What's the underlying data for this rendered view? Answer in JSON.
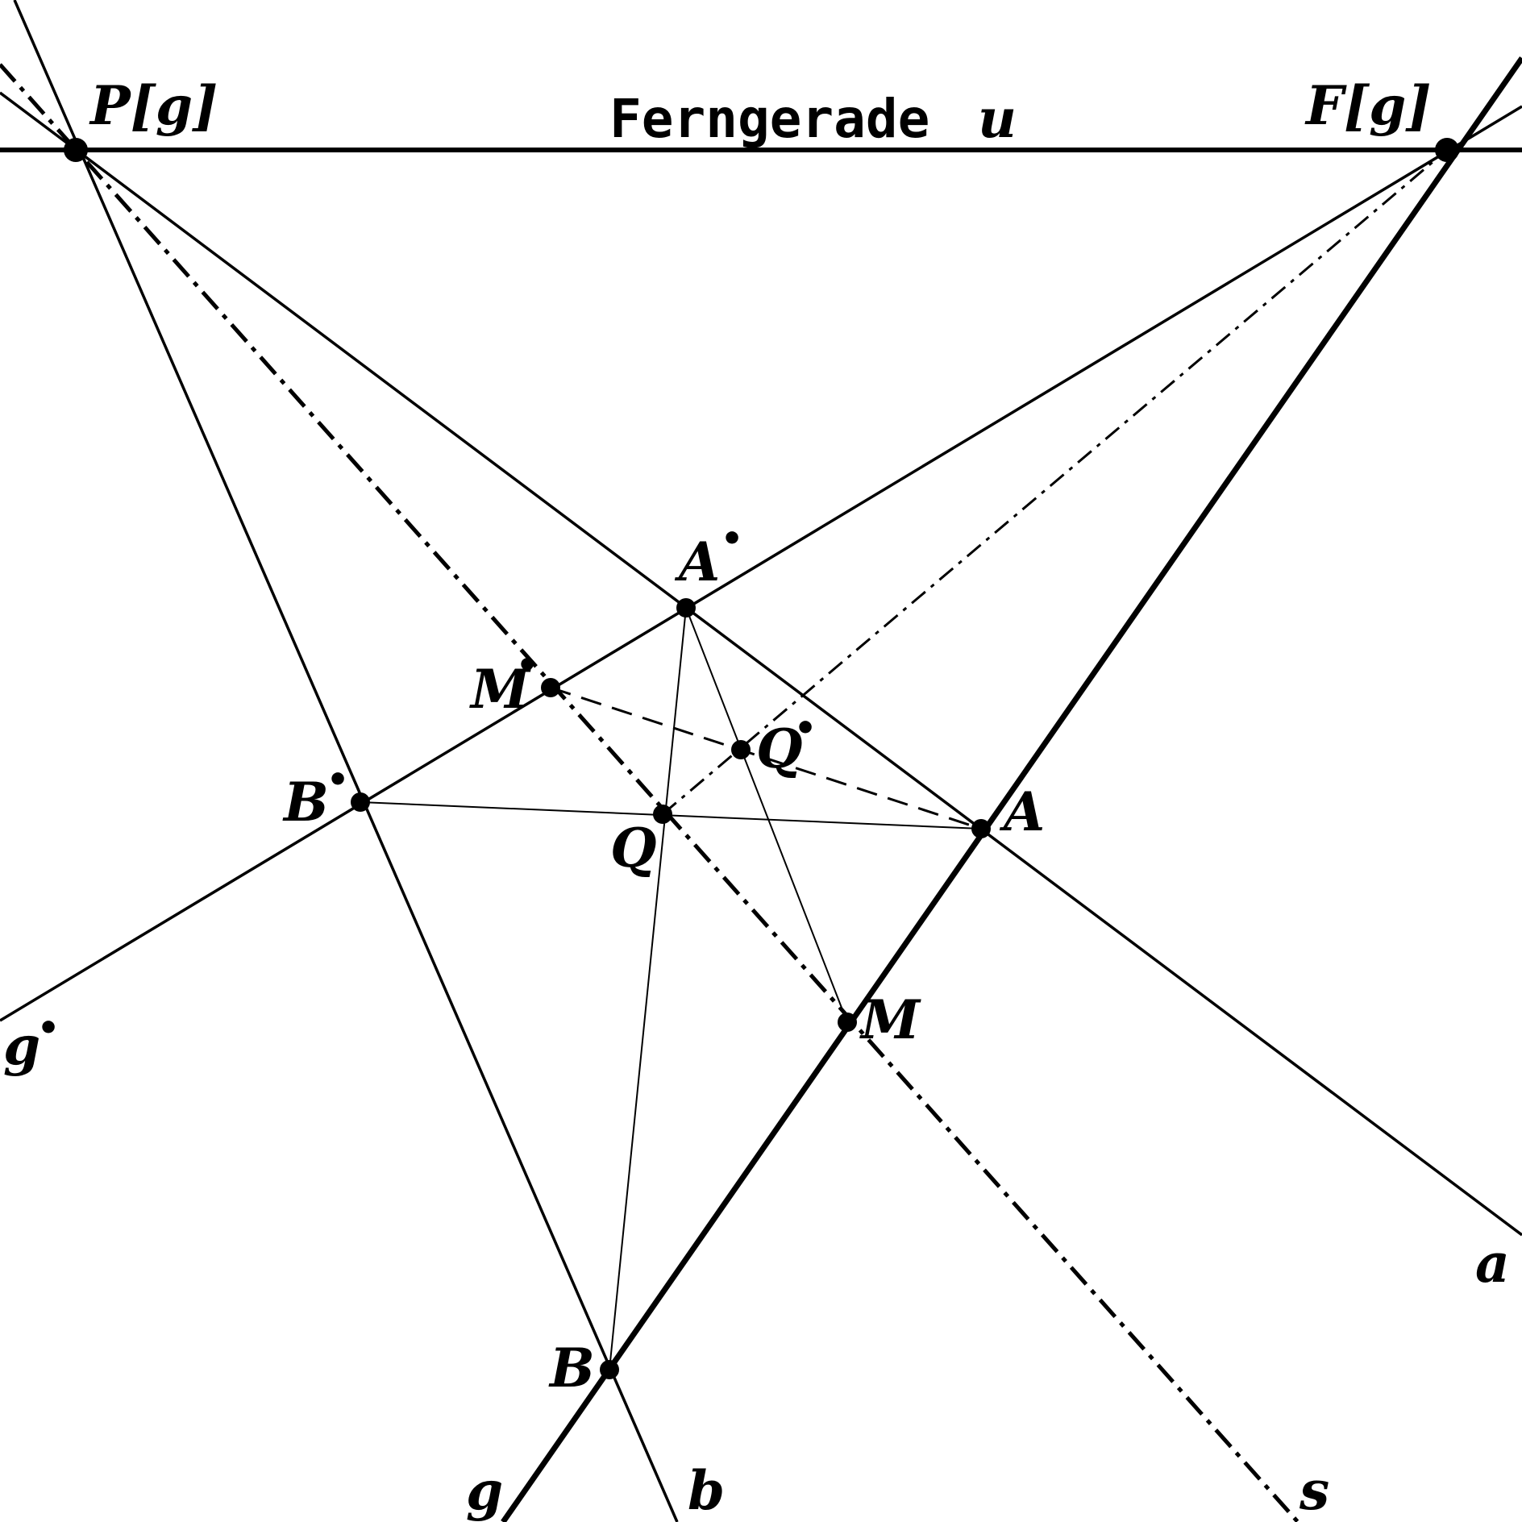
{
  "diagram": {
    "title_text": "Ferngerade",
    "title_var": "u",
    "labels": {
      "Pg": "P[g]",
      "Fg": "F[g]",
      "A": "A",
      "B": "B",
      "M": "M",
      "Q": "Q",
      "A_star": "A",
      "B_star": "B",
      "M_star": "M",
      "Q_star": "Q",
      "g": "g",
      "g_star": "g",
      "a": "a",
      "b": "b",
      "s": "s"
    },
    "star_mark": "•",
    "colors": {
      "ink": "#000000",
      "paper": "#ffffff"
    }
  }
}
